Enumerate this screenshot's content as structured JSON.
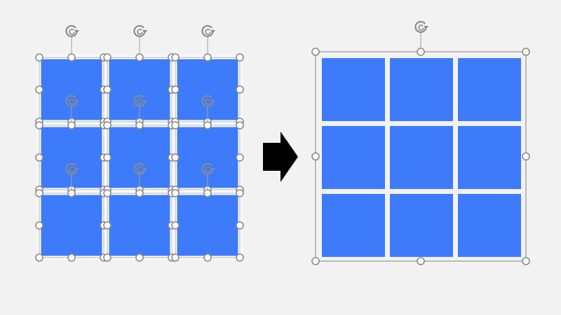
{
  "colors": {
    "background": "#f2f2f2",
    "shape_fill": "#3d7bfa",
    "handle_stroke": "#8a8a8a",
    "handle_fill": "#ffffff",
    "arrow": "#000000"
  },
  "left_group": {
    "state": "ungrouped",
    "rows": 3,
    "cols": 3
  },
  "right_group": {
    "state": "grouped",
    "rows": 3,
    "cols": 3
  }
}
